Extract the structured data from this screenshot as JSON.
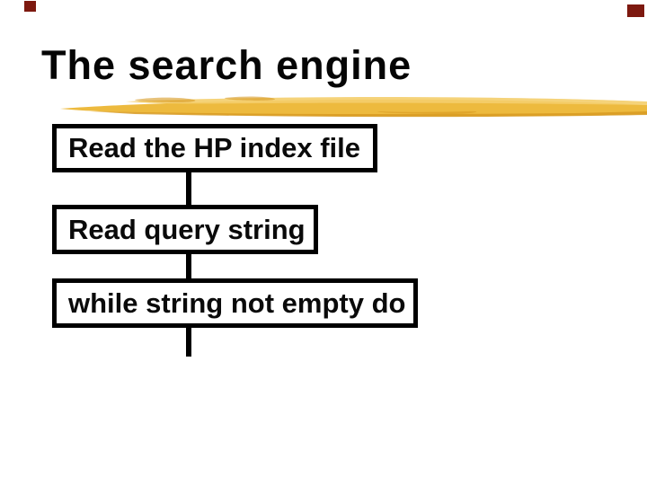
{
  "slide": {
    "title": "The search engine",
    "decorations": {
      "underline_main_color": "#EDBA3E",
      "underline_light_color": "#F4CE6B",
      "underline_dark_color": "#D79A22",
      "corner_mark_color": "#7D190F"
    },
    "flowchart": {
      "steps": [
        {
          "label": "Read the HP index file"
        },
        {
          "label": "Read query string"
        },
        {
          "label": "while string not empty do"
        }
      ]
    }
  }
}
